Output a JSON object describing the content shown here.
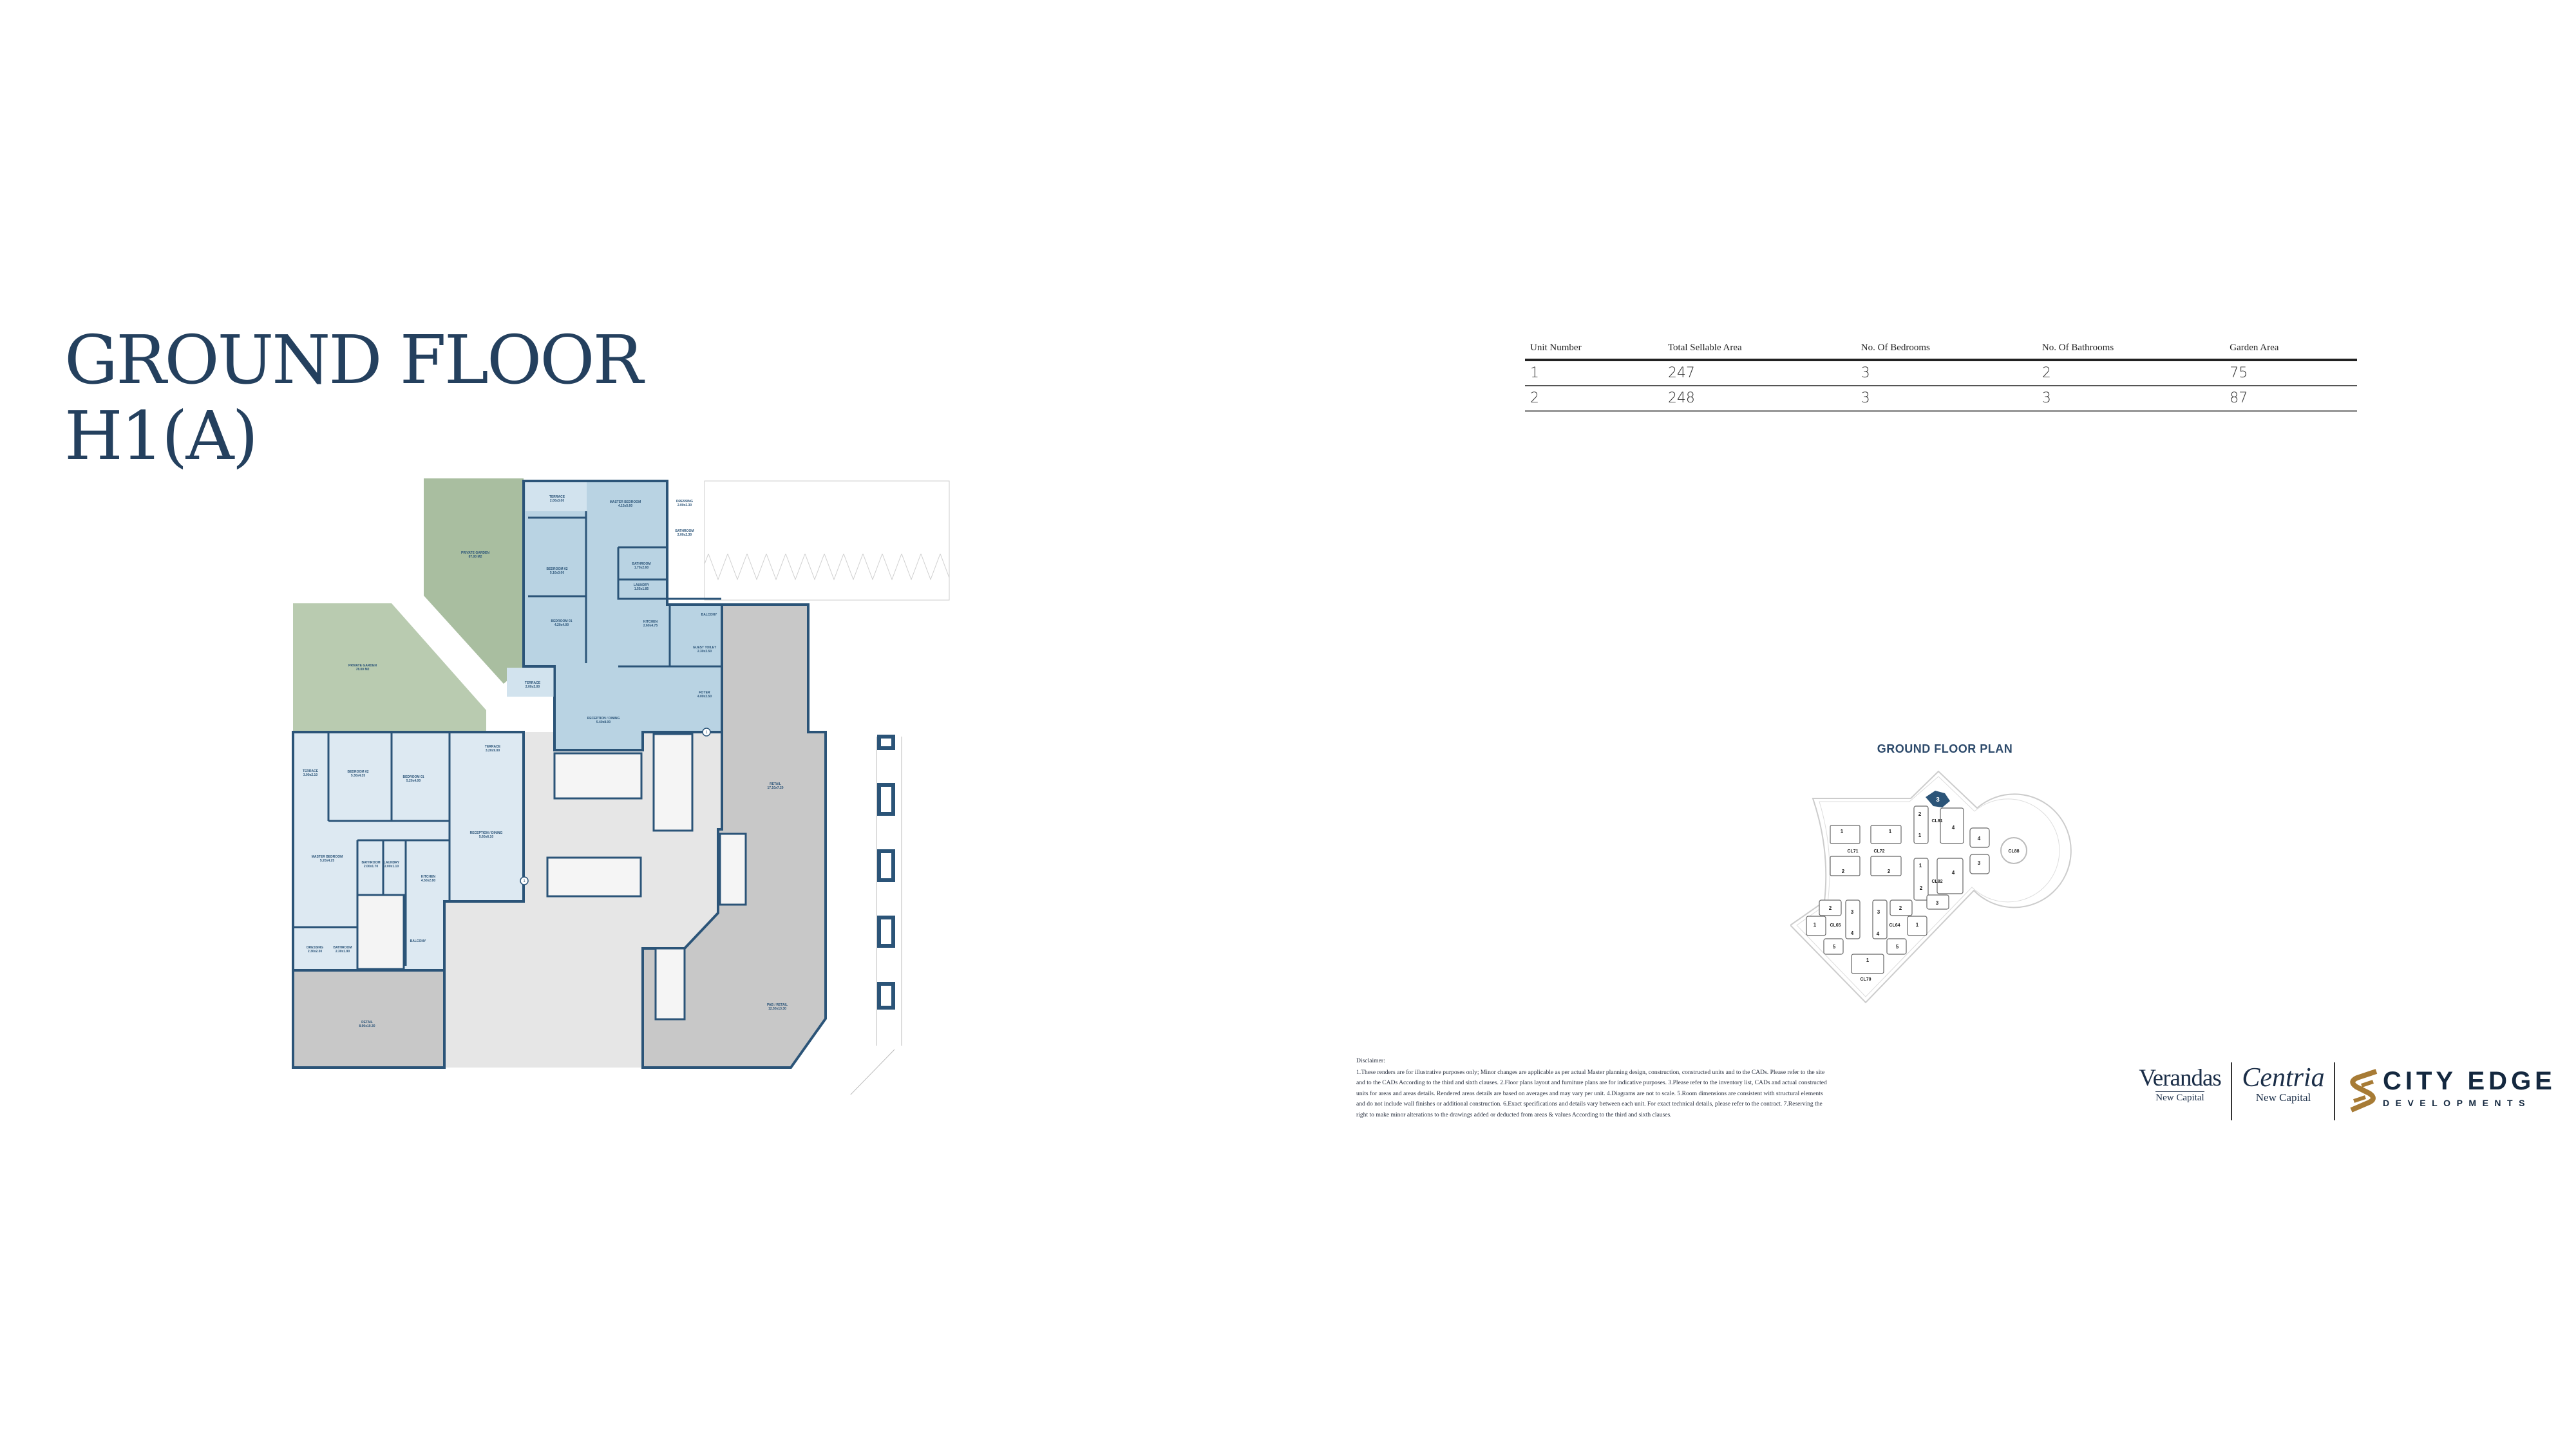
{
  "title": {
    "line1": "GROUND FLOOR",
    "line2": "H1(A)"
  },
  "colors": {
    "navy": "#24405e",
    "wall": "#2b5478",
    "unit_blue": "#b9d3e3",
    "unit_light": "#dde9f2",
    "garden": "#a9bea0",
    "retail": "#c8c8c8",
    "core": "#e4e4e4",
    "highlight": "#2b5478",
    "gold": "#a77b35"
  },
  "units_table": {
    "headers": [
      "Unit Number",
      "Total Sellable Area",
      "No. Of Bedrooms",
      "No. Of Bathrooms",
      "Garden Area"
    ],
    "rows": [
      [
        "1",
        "247",
        "3",
        "2",
        "75"
      ],
      [
        "2",
        "248",
        "3",
        "3",
        "87"
      ]
    ]
  },
  "floor_plan": {
    "rooms": [
      {
        "name": "TERRACE",
        "dims": "2.00x3.00"
      },
      {
        "name": "MASTER BEDROOM",
        "dims": "4.15x5.60"
      },
      {
        "name": "DRESSING",
        "dims": "2.00x2.30"
      },
      {
        "name": "BATHROOM",
        "dims": "2.00x2.30"
      },
      {
        "name": "BEDROOM 02",
        "dims": "5.10x3.00"
      },
      {
        "name": "BATHROOM",
        "dims": "1.70x2.60"
      },
      {
        "name": "LAUNDRY",
        "dims": "1.55x1.85"
      },
      {
        "name": "BEDROOM 01",
        "dims": "4.20x4.00"
      },
      {
        "name": "KITCHEN",
        "dims": "2.60x4.75"
      },
      {
        "name": "BALCONY",
        "dims": ""
      },
      {
        "name": "GUEST TOILET",
        "dims": "2.30x2.50"
      },
      {
        "name": "TERRACE",
        "dims": "2.00x3.00"
      },
      {
        "name": "FOYER",
        "dims": "4.00x2.50"
      },
      {
        "name": "RECEPTION / DINING",
        "dims": "5.40x8.00"
      },
      {
        "name": "PRIVATE GARDEN",
        "dims": "87.00 M2"
      },
      {
        "name": "PRIVATE GARDEN",
        "dims": "78.00 M2"
      },
      {
        "name": "TERRACE",
        "dims": "3.20x9.00"
      },
      {
        "name": "TERRACE",
        "dims": "3.00x2.10"
      },
      {
        "name": "BEDROOM 02",
        "dims": "5.30x4.35"
      },
      {
        "name": "BEDROOM 01",
        "dims": "5.20x4.00"
      },
      {
        "name": "RECEPTION / DINING",
        "dims": "5.60x6.10"
      },
      {
        "name": "MASTER BEDROOM",
        "dims": "5.20x4.25"
      },
      {
        "name": "BATHROOM",
        "dims": "2.00x1.70"
      },
      {
        "name": "LAUNDRY",
        "dims": "2.00x1.10"
      },
      {
        "name": "KITCHEN",
        "dims": "4.50x2.80"
      },
      {
        "name": "BALCONY",
        "dims": ""
      },
      {
        "name": "DRESSING",
        "dims": "2.30x2.30"
      },
      {
        "name": "BATHROOM",
        "dims": "2.30x1.90"
      },
      {
        "name": "RETAIL",
        "dims": "8.90x10.30"
      },
      {
        "name": "RETAIL",
        "dims": "17.10x7.20"
      },
      {
        "name": "PAB / RETAIL",
        "dims": "12.50x13.30"
      }
    ],
    "unit_markers": [
      "1",
      "1"
    ]
  },
  "site_plan": {
    "title": "GROUND FLOOR PLAN",
    "highlighted_unit": "3",
    "clusters": [
      "CL71",
      "CL72",
      "CL81",
      "CL82",
      "CL88",
      "CL65",
      "CL64",
      "CL70"
    ],
    "unit_numbers": [
      "1",
      "1",
      "2",
      "2",
      "2",
      "1",
      "4",
      "1",
      "4",
      "2",
      "3",
      "4",
      "3",
      "2",
      "3",
      "1",
      "4",
      "5",
      "3",
      "2",
      "1",
      "4",
      "5",
      "1"
    ]
  },
  "disclaimer": {
    "heading": "Disclaimer:",
    "text": "1.These renders are for illustrative purposes only; Minor changes are applicable as per actual Master planning design, construction, constructed units and to the CADs. Please refer to the site and to the CADs According to the third and sixth clauses. 2.Floor plans layout and furniture plans are for indicative purposes. 3.Please refer to the inventory list, CADs and actual constructed units for areas and areas details. Rendered areas details are based on averages and may vary per unit. 4.Diagrams are not to scale. 5.Room dimensions are consistent with structural elements and do not include wall finishes or additional construction. 6.Exact specifications and details vary between each unit. For exact technical details, please refer to the contract. 7.Reserving the right to make minor alterations to the drawings added or deducted from areas & values According to the third and sixth clauses."
  },
  "logos": {
    "verandas": {
      "name": "Verandas",
      "sub": "New Capital"
    },
    "centria": {
      "name": "Centria",
      "sub": "New Capital"
    },
    "city_edge": {
      "name": "CITY EDGE",
      "sub": "DEVELOPMENTS"
    }
  }
}
